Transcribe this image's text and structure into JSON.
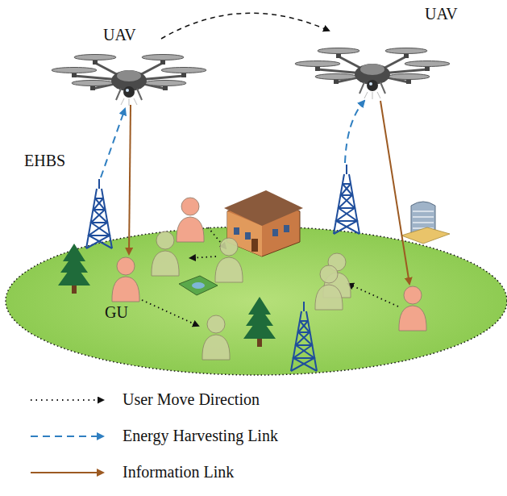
{
  "diagram": {
    "labels": [
      "UAV",
      "UAV",
      "EHBS",
      "GU"
    ],
    "legend": [
      {
        "text": "User Move Direction"
      },
      {
        "text": "Energy Harvesting Link"
      },
      {
        "text": "Information Link"
      }
    ]
  }
}
